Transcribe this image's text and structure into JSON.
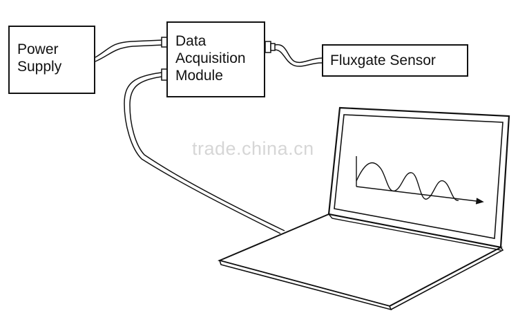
{
  "power_supply": {
    "lines": [
      "Power",
      "Supply"
    ]
  },
  "daq_module": {
    "lines": [
      "Data",
      "Acquisition",
      "Module"
    ]
  },
  "fluxgate_sensor": {
    "label": "Fluxgate Sensor"
  },
  "watermark": {
    "text": "trade.china.cn"
  },
  "colors": {
    "stroke": "#111111",
    "watermark": "#d6d6d6",
    "background": "#ffffff"
  },
  "icons": [
    "laptop-icon",
    "waveform-plot-icon",
    "cable-connector-icon"
  ]
}
